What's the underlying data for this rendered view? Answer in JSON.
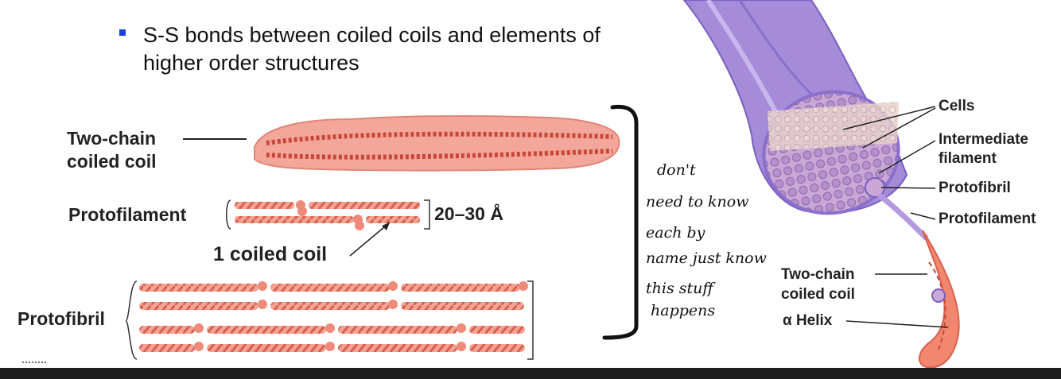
{
  "bullet": {
    "line1": "S-S bonds between coiled coils and elements of",
    "line2": "higher order structures"
  },
  "left_labels": {
    "two_chain_line1": "Two-chain",
    "two_chain_line2": "coiled coil",
    "protofilament": "Protofilament",
    "width": "20–30 Å",
    "one_coiled_coil": "1 coiled coil",
    "protofibril": "Protofibril"
  },
  "handwritten": [
    "don't",
    "need to know",
    "each by",
    "name just know",
    "this stuff",
    "happens"
  ],
  "right_labels": {
    "cells": "Cells",
    "intermediate_line1": "Intermediate",
    "intermediate_line2": "filament",
    "protofibril": "Protofibril",
    "protofilament": "Protofilament",
    "two_chain_line1": "Two-chain",
    "two_chain_line2": "coiled coil",
    "alpha_helix": "α Helix"
  },
  "colors": {
    "bullet": "#1b3fe0",
    "coil": "#f08a7a",
    "coil_dark": "#d95f4e",
    "hair": "#a58bd8",
    "hair_dark": "#7a5fc0"
  }
}
